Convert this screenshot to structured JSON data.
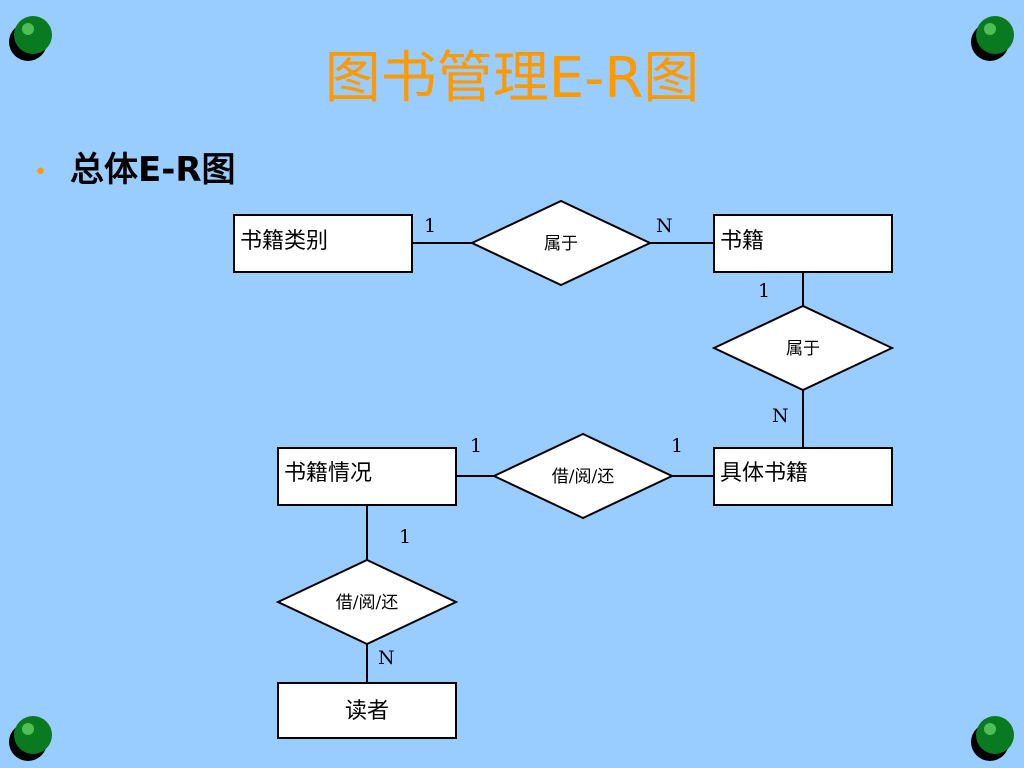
{
  "slide": {
    "title": "图书管理E-R图",
    "bullet": "总体E-R图"
  },
  "diagram": {
    "entities": {
      "category": "书籍类别",
      "book": "书籍",
      "book_status": "书籍情况",
      "book_item": "具体书籍",
      "reader": "读者"
    },
    "relationships": {
      "belongs_to_1": "属于",
      "belongs_to_2": "属于",
      "borrow_1": "借/阅/还",
      "borrow_2": "借/阅/还"
    },
    "cardinalities": {
      "category_side": "1",
      "book_side": "N",
      "book_top": "1",
      "book_item_top": "N",
      "status_side": "1",
      "item_side": "1",
      "status_bottom": "1",
      "reader_side": "N"
    }
  },
  "colors": {
    "background": "#99ccff",
    "title": "#ff9900",
    "bullet_marker": "#ff9900",
    "corner_ball": "#0a7a20"
  },
  "icons": [
    "pushpin-icon"
  ]
}
